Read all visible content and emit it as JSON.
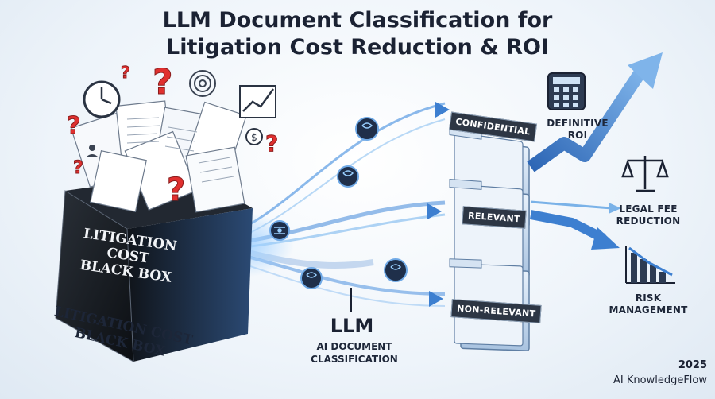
{
  "title": {
    "line1": "LLM Document Classification for",
    "line2": "Litigation Cost Reduction & ROI"
  },
  "black_box": {
    "label_lines": [
      "LITIGATION",
      "COST",
      "BLACK BOX"
    ],
    "caption_lines": [
      "LITIGATION COST",
      "BLACK BOX"
    ]
  },
  "llm": {
    "title": "LLM",
    "subtitle_lines": [
      "AI DOCUMENT",
      "CLASSIFICATION"
    ]
  },
  "folders": [
    {
      "label": "CONFIDENTIAL"
    },
    {
      "label": "RELEVANT"
    },
    {
      "label": "NON-RELEVANT"
    }
  ],
  "outcomes": [
    {
      "label_lines": [
        "DEFINITIVE",
        "ROI"
      ],
      "icon": "calculator-icon"
    },
    {
      "label_lines": [
        "LEGAL FEE",
        "REDUCTION"
      ],
      "icon": "scales-icon"
    },
    {
      "label_lines": [
        "RISK",
        "MANAGEMENT"
      ],
      "icon": "declining-chart-icon"
    }
  ],
  "footer": {
    "year": "2025",
    "brand": "AI KnowledgeFlow"
  },
  "colors": {
    "accent_blue": "#3d7fd0",
    "dark_navy": "#1b2233",
    "question_red": "#e0302f",
    "box_black": "#15191f"
  },
  "icons": [
    "clock-icon",
    "question-mark-icon",
    "spiral-icon",
    "growth-chart-icon",
    "dollar-coin-icon",
    "brain-icon",
    "circuit-icon",
    "user-icon"
  ]
}
